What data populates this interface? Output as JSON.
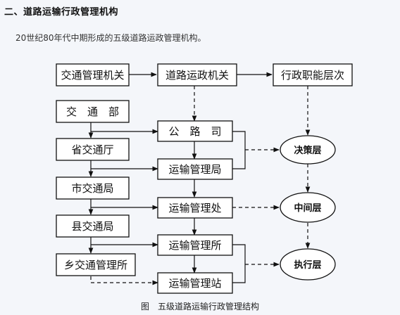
{
  "section_heading": "二、道路运输行政管理机构",
  "intro_text": "20世纪80年代中期形成的五级道路运政管理机构。",
  "diagram": {
    "top_row": {
      "transport_authority": "交通管理机关",
      "road_admin_authority": "道路运政机关",
      "admin_function_level": "行政职能层次"
    },
    "left_column": {
      "ministry": "交　通　部",
      "provincial_bureau": "省交通厅",
      "municipal_bureau": "市交通局",
      "county_bureau": "县交通局",
      "township_office": "乡交通管理所"
    },
    "middle_column": {
      "highway_dept": "公　路　司",
      "provincial_transport_mgmt": "运输管理局",
      "municipal_transport_mgmt": "运输管理处",
      "county_transport_mgmt": "运输管理所",
      "township_transport_mgmt": "运输管理站"
    },
    "levels": {
      "decision": "决策层",
      "middle": "中间层",
      "execution": "执行层"
    }
  },
  "caption": "图　五级道路运输行政管理结构"
}
